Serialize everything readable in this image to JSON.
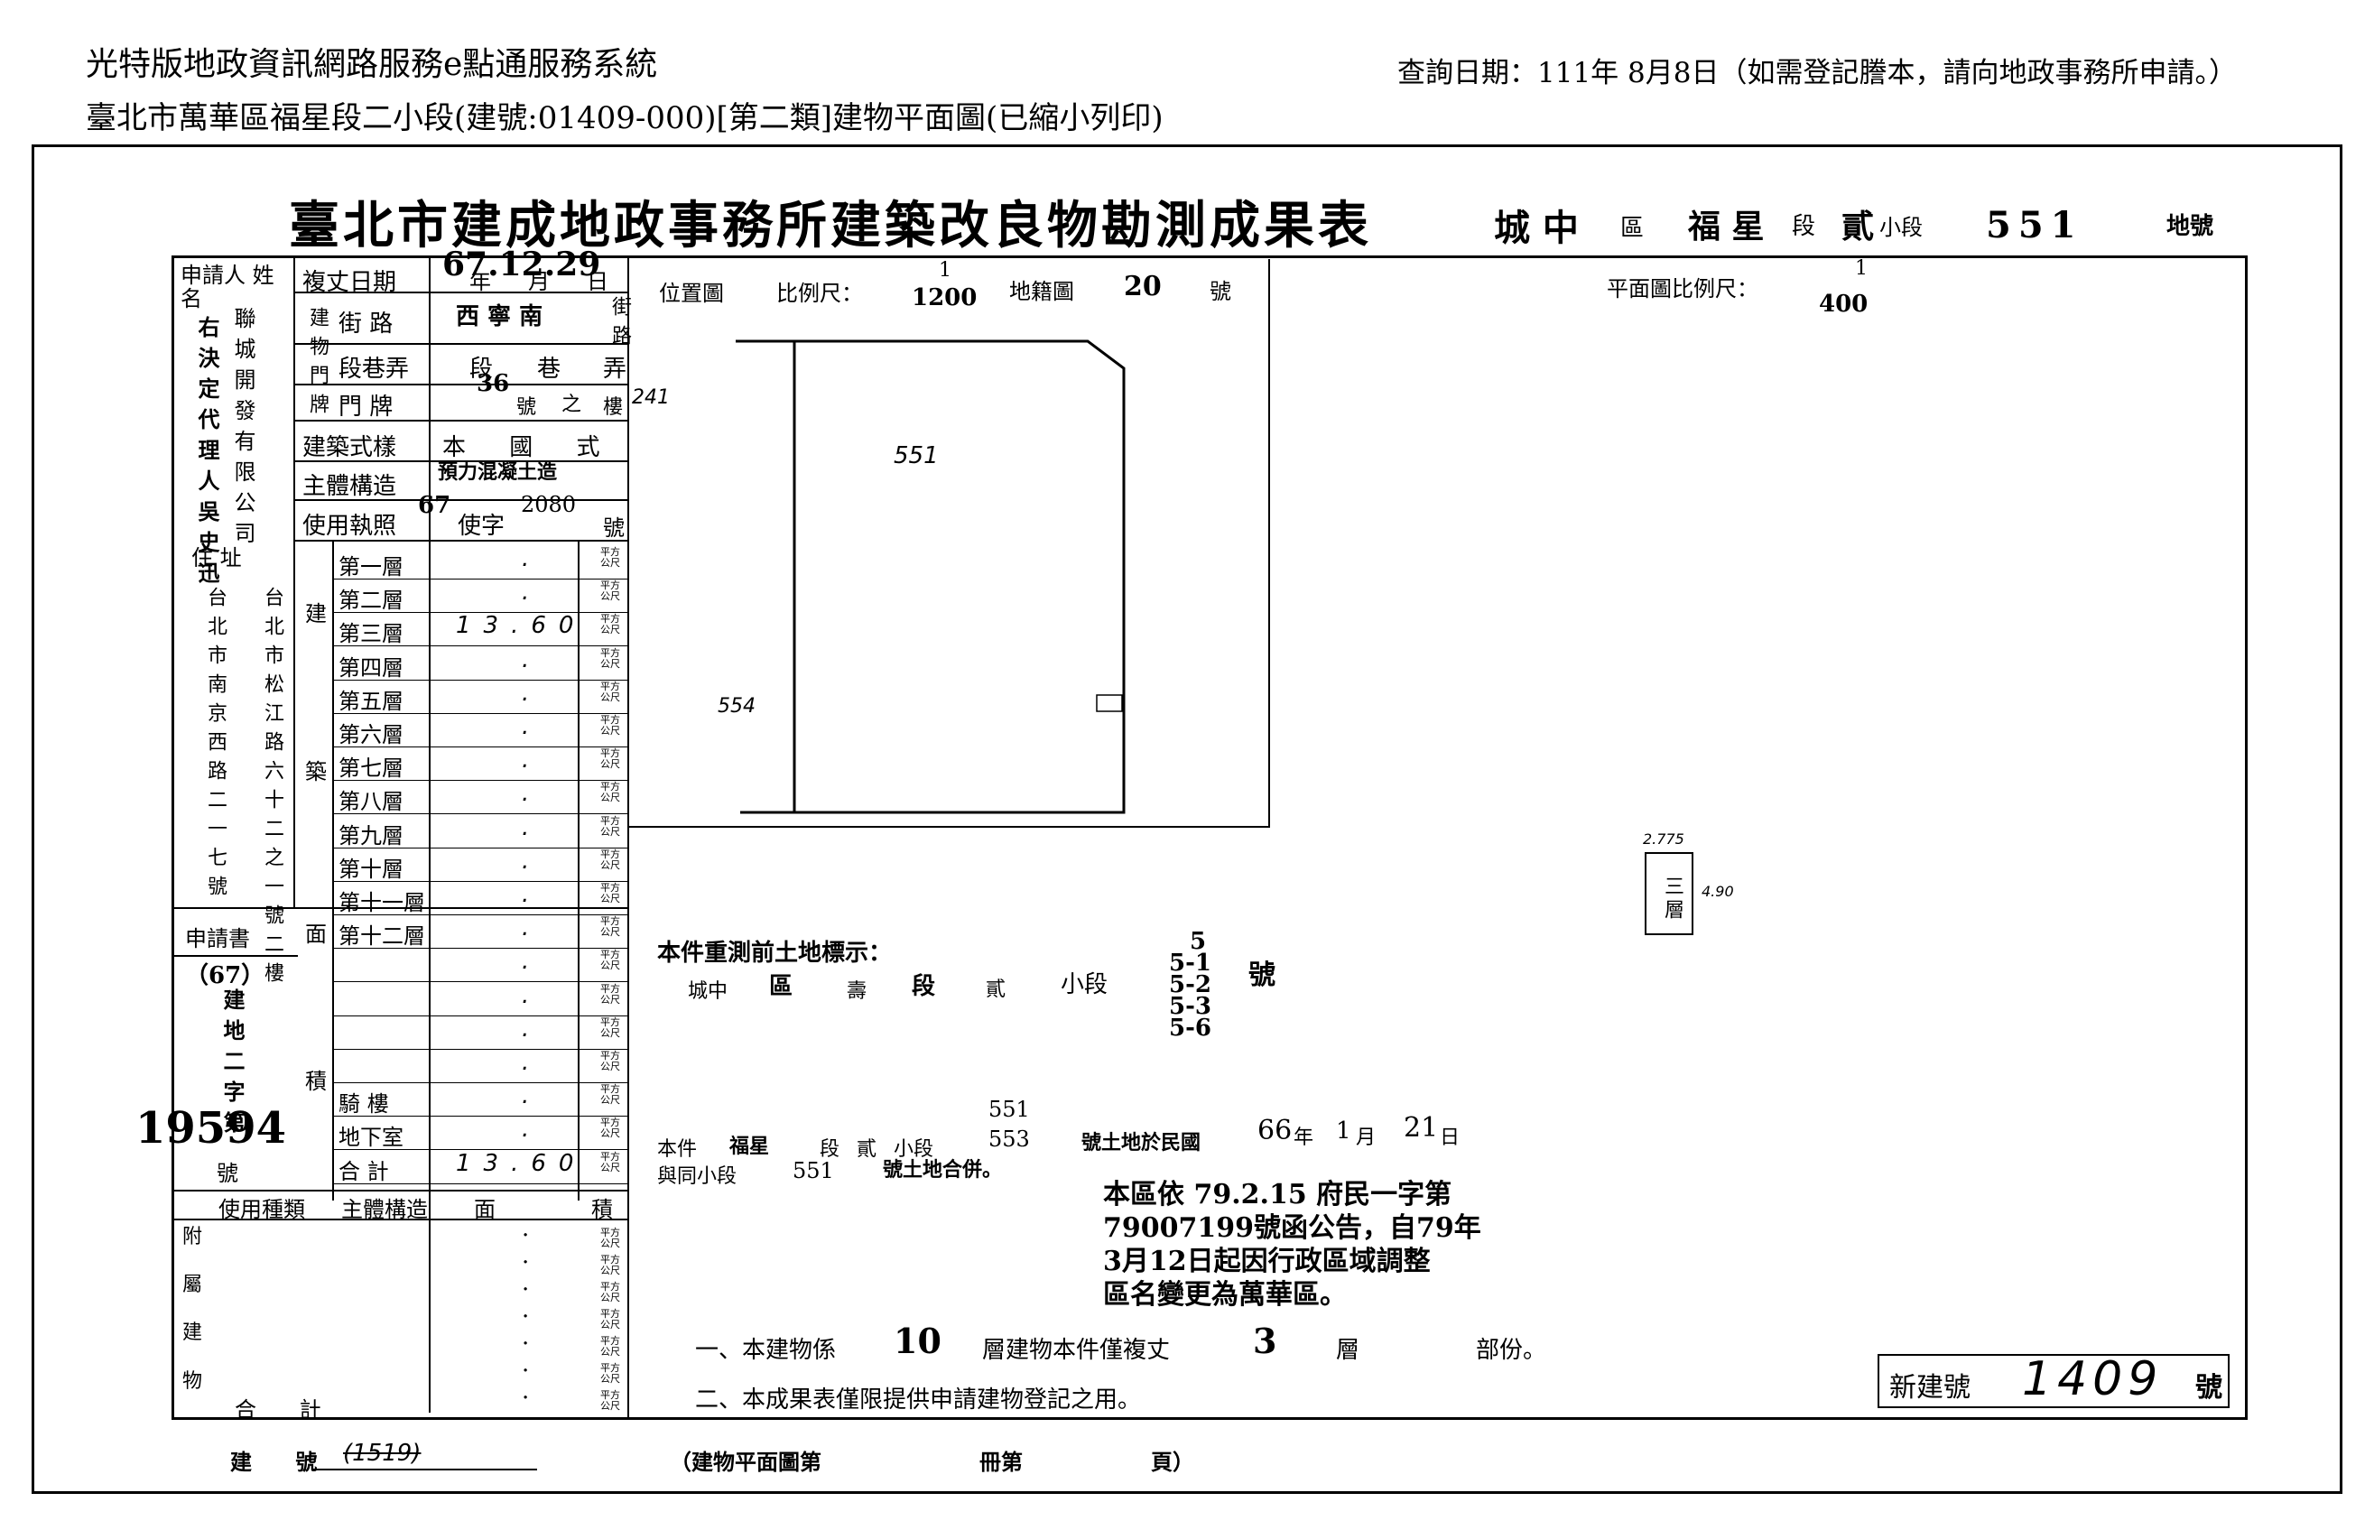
{
  "header": {
    "system_name": "光特版地政資訊網路服務e點通服務系統",
    "query_date": "查詢日期：111年 8月8日（如需登記謄本，請向地政事務所申請。）",
    "subtitle": "臺北市萬華區福星段二小段(建號:01409-000)[第二類]建物平面圖(已縮小列印)"
  },
  "form": {
    "title": "臺北市建成地政事務所建築改良物勘測成果表",
    "district": "城 中",
    "district_label": "區",
    "section": "福 星",
    "section_label": "段",
    "subsection": "貳",
    "subsection_label": "小段",
    "land_no": "551",
    "land_no_label": "地號",
    "survey_date": "67.12.29",
    "left_table": {
      "applicant_header": "申請人 姓名",
      "applicant_name": "右決定代理人吳史迅",
      "applicant_company": "聯城開發有限公司",
      "address_label": "住 址",
      "address_text_1": "台北市南京西路二一七號",
      "address_text_2": "台北市松江路六十二之一號二樓",
      "survey_date_label": "複丈日期",
      "ymd_labels": [
        "年",
        "月",
        "日"
      ],
      "street_label": "街 路",
      "street_value": "西 寧 南",
      "street_suffix": "街路",
      "door_label": "建物門牌",
      "lane_label": "段巷弄",
      "lane_units": [
        "段",
        "巷",
        "弄"
      ],
      "door_no_label": "門 牌",
      "door_no": "36",
      "door_units": [
        "號",
        "之",
        "樓"
      ],
      "door_hand": "241",
      "style_label": "建築式樣",
      "style_value": "本 國 式",
      "structure_label": "主體構造",
      "structure_value": "預力混凝土造",
      "license_label": "使用執照",
      "license_year": "67",
      "license_word": "使字",
      "license_no": "2080",
      "license_unit": "號",
      "area_category": [
        "建",
        "築",
        "面",
        "積"
      ],
      "floors": [
        {
          "label": "第一層",
          "value": "."
        },
        {
          "label": "第二層",
          "value": "."
        },
        {
          "label": "第三層",
          "value": "13.60"
        },
        {
          "label": "第四層",
          "value": "."
        },
        {
          "label": "第五層",
          "value": "."
        },
        {
          "label": "第六層",
          "value": "."
        },
        {
          "label": "第七層",
          "value": "."
        },
        {
          "label": "第八層",
          "value": "."
        },
        {
          "label": "第九層",
          "value": "."
        },
        {
          "label": "第十層",
          "value": "."
        },
        {
          "label": "第十一層",
          "value": "."
        },
        {
          "label": "第十二層",
          "value": "."
        },
        {
          "label": "",
          "value": "."
        },
        {
          "label": "",
          "value": "."
        },
        {
          "label": "",
          "value": "."
        },
        {
          "label": "",
          "value": "."
        },
        {
          "label": "騎 樓",
          "value": "."
        },
        {
          "label": "地下室",
          "value": "."
        },
        {
          "label": "合 計",
          "value": "13.60"
        }
      ],
      "sqm_unit": "平方公尺",
      "application_label": "申請書",
      "application_year": "（67）",
      "application_text": "建地二字第",
      "application_no": "19594",
      "application_no_suffix": "號",
      "annex_header": [
        "使用種類",
        "主體構造",
        "面",
        "積"
      ],
      "annex_side": [
        "附",
        "屬",
        "建",
        "物"
      ],
      "annex_total": "合 計"
    },
    "position_map": {
      "label": "位置圖",
      "scale_label": "比例尺：",
      "scale_num": "1",
      "scale_den": "1200",
      "cadastral_label": "地籍圖",
      "cadastral_no": "20",
      "cadastral_unit": "號",
      "lot_main": "551",
      "lot_side": "554"
    },
    "floor_plan": {
      "scale_label": "平面圖比例尺：",
      "scale_num": "1",
      "scale_den": "400",
      "dim_w": "2.775",
      "dim_h": "4.90",
      "room_label": "三層"
    },
    "notes": {
      "pre_survey": "本件重測前土地標示：",
      "pre_area": "城中",
      "pre_area_unit": "區",
      "pre_section": "壽",
      "pre_section_unit": "段",
      "pre_subsection": "貳",
      "pre_subsection_unit": "小段",
      "lots": [
        "5",
        "5-1",
        "5-2",
        "5-3",
        "5-6"
      ],
      "lots_unit": "號",
      "merge_line1_a": "本件",
      "merge_section": "福星",
      "merge_line1_b": "段 貳 小段",
      "merge_lot_top": "551",
      "merge_lot": "553",
      "merge_line1_c": "號土地於民國",
      "merge_year": "66",
      "merge_year_unit": "年",
      "merge_month": "1",
      "merge_month_unit": "月",
      "merge_day": "21",
      "merge_day_unit": "日",
      "merge_line2_a": "與同小段",
      "merge_line2_lot": "551",
      "merge_line2_b": "號土地合併。",
      "admin_notice": [
        "本區依 79.2.15 府民一字第",
        "79007199號函公告，自79年",
        "3月12日起因行政區域調整",
        "區名變更為萬華區。"
      ],
      "note1_a": "一、本建物係",
      "note1_floors": "10",
      "note1_b": "層建物本件僅複丈",
      "note1_floor": "3",
      "note1_c": "層",
      "note1_d": "部份。",
      "note2": "二、本成果表僅限提供申請建物登記之用。"
    },
    "new_building_label": "新建號",
    "new_building_no": "1409",
    "new_building_unit": "號",
    "footer_label": "建 號",
    "footer_crossed": "(1519)",
    "footer_text": "（建物平面圖第",
    "footer_book": "冊第",
    "footer_page": "頁）"
  }
}
